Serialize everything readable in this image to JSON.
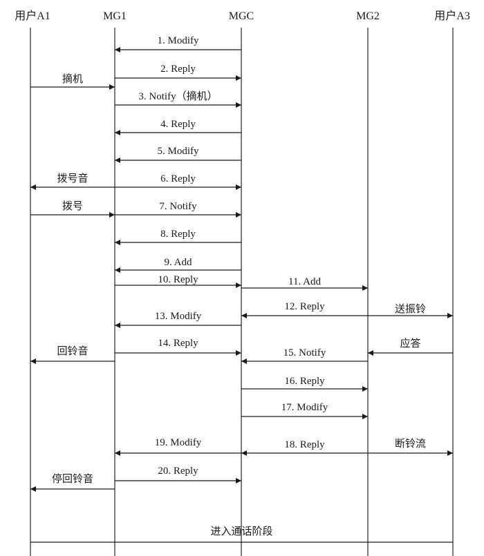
{
  "participants": [
    {
      "id": "A1",
      "label": "用户A1"
    },
    {
      "id": "MG1",
      "label": "MG1"
    },
    {
      "id": "MGC",
      "label": "MGC"
    },
    {
      "id": "MG2",
      "label": "MG2"
    },
    {
      "id": "A3",
      "label": "用户A3"
    }
  ],
  "messages": [
    {
      "label": "1. Modify",
      "from": "MGC",
      "to": "MG1"
    },
    {
      "label": "2. Reply",
      "from": "MG1",
      "to": "MGC"
    },
    {
      "label": "摘机",
      "from": "A1",
      "to": "MG1"
    },
    {
      "label": "3. Notify（摘机）",
      "from": "MG1",
      "to": "MGC"
    },
    {
      "label": "4. Reply",
      "from": "MGC",
      "to": "MG1"
    },
    {
      "label": "5. Modify",
      "from": "MGC",
      "to": "MG1"
    },
    {
      "label": "拨号音",
      "from": "MG1",
      "to": "A1"
    },
    {
      "label": "6. Reply",
      "from": "MG1",
      "to": "MGC"
    },
    {
      "label": "拨号",
      "from": "A1",
      "to": "MG1"
    },
    {
      "label": "7. Notify",
      "from": "MG1",
      "to": "MGC"
    },
    {
      "label": "8. Reply",
      "from": "MGC",
      "to": "MG1"
    },
    {
      "label": "9. Add",
      "from": "MGC",
      "to": "MG1"
    },
    {
      "label": "10. Reply",
      "from": "MG1",
      "to": "MGC"
    },
    {
      "label": "11. Add",
      "from": "MGC",
      "to": "MG2"
    },
    {
      "label": "12. Reply",
      "from": "MG2",
      "to": "MGC"
    },
    {
      "label": "送振铃",
      "from": "MG2",
      "to": "A3"
    },
    {
      "label": "13. Modify",
      "from": "MGC",
      "to": "MG1"
    },
    {
      "label": "14. Reply",
      "from": "MG1",
      "to": "MGC"
    },
    {
      "label": "回铃音",
      "from": "MG1",
      "to": "A1"
    },
    {
      "label": "应答",
      "from": "A3",
      "to": "MG2"
    },
    {
      "label": "15. Notify",
      "from": "MG2",
      "to": "MGC"
    },
    {
      "label": "16. Reply",
      "from": "MGC",
      "to": "MG2"
    },
    {
      "label": "17. Modify",
      "from": "MGC",
      "to": "MG2"
    },
    {
      "label": "19. Modify",
      "from": "MGC",
      "to": "MG1"
    },
    {
      "label": "18. Reply",
      "from": "MG2",
      "to": "MGC"
    },
    {
      "label": "断铃流",
      "from": "MG2",
      "to": "A3"
    },
    {
      "label": "20. Reply",
      "from": "MG1",
      "to": "MGC"
    },
    {
      "label": "停回铃音",
      "from": "MG1",
      "to": "A1"
    }
  ],
  "phase": {
    "label": "进入通话阶段",
    "from": "A1",
    "to": "A3"
  }
}
